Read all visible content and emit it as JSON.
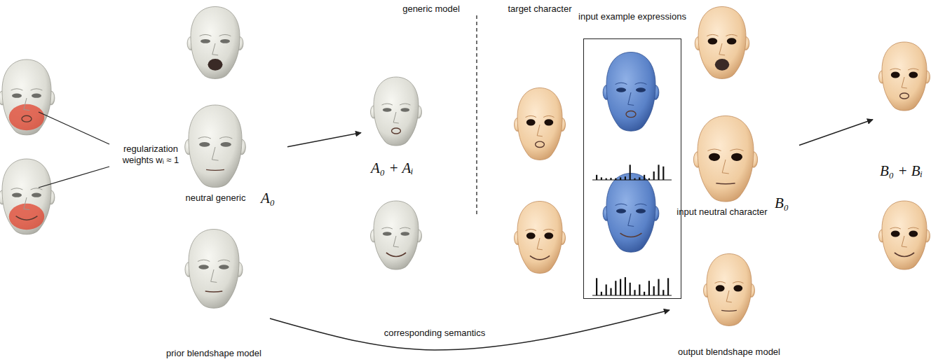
{
  "diagram": {
    "nodes": [
      {
        "text": [
          "neutral generic",
          "A₀"
        ]
      },
      {
        "text": [
          "A₀ + Aᵢ"
        ]
      },
      {
        "text": [
          "prior blendshape model"
        ]
      },
      {
        "text": [
          "input example expressions"
        ]
      },
      {
        "text": [
          "input neutral character",
          "B₀"
        ]
      },
      {
        "text": [
          "B₀ + Bᵢ"
        ]
      },
      {
        "text": [
          "output blendshape model"
        ]
      }
    ],
    "edges": [
      {
        "from": 0,
        "to": 1,
        "arrow": "to"
      },
      {
        "from": 4,
        "to": 5,
        "arrow": "to"
      },
      {
        "from": 2,
        "to": 6,
        "label": "corresponding semantics",
        "arrow": "to"
      }
    ],
    "labels": [
      "regularization weights wᵢ ≈ 1",
      "generic model",
      "target character"
    ]
  }
}
